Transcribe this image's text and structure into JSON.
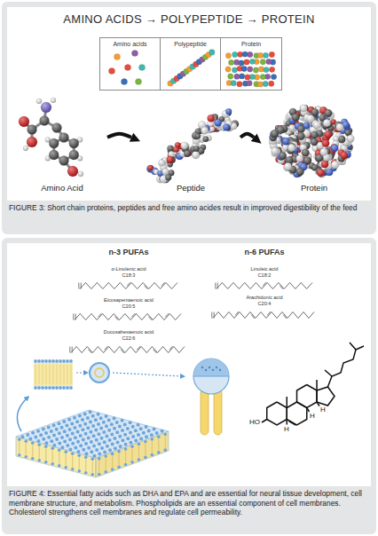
{
  "diagram": {
    "title": "AMINO ACIDS → POLYPEPTIDE → PROTEIN",
    "nodes": [
      {
        "text": [
          "FIGURE 3: Short chain proteins, peptides and free amino acides result in improved digestibility of the feed"
        ]
      },
      {
        "text": [
          "Amino acids"
        ],
        "in": 0
      },
      {
        "text": [
          "Polypeptide"
        ],
        "in": 0
      },
      {
        "text": [
          "Protein"
        ],
        "in": 0
      },
      {
        "text": [
          "Amino Acid"
        ],
        "in": 0
      },
      {
        "text": [
          "Peptide"
        ],
        "in": 0
      },
      {
        "text": [
          "Protein"
        ],
        "in": 0
      },
      {
        "text": [
          "FIGURE 4: Essential fatty acids such as DHA and EPA and are essential for neural tissue development, cell membrane structure, and metabolism. Phospholipids are an essential component of cell membranes. Cholesterol strengthens cell membranes and regulate cell permeability."
        ]
      }
    ],
    "edges": [
      {
        "from": 4,
        "to": 5,
        "arrow": "to"
      },
      {
        "from": 5,
        "to": 6,
        "arrow": "to"
      }
    ],
    "labels": [
      "n-3 PUFAs",
      "α-Linolenic acid",
      "C18:3",
      "Eicosapentaenoic acid",
      "C20:5",
      "Docosahexaenoic acid",
      "C22:6",
      "n-6 PUFAs",
      "Linoleic acid",
      "C18:2",
      "Arachidonic acid",
      "C20:4",
      "H",
      "H",
      "H",
      "HO"
    ]
  }
}
